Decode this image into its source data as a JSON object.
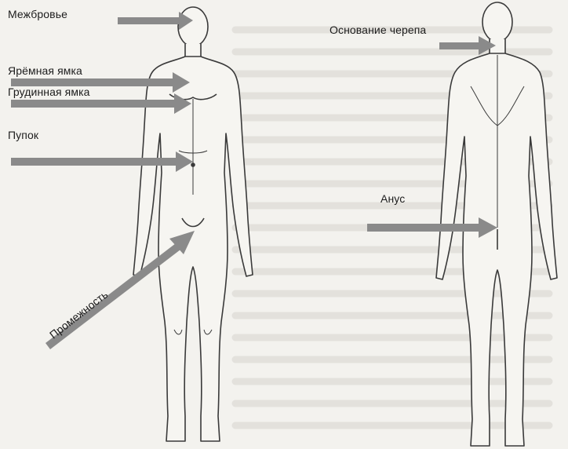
{
  "labels": {
    "glabella": "Межбровье",
    "jugular": "Ярёмная ямка",
    "sternal": "Грудинная ямка",
    "navel": "Пупок",
    "perineum": "Промежность",
    "skull_base": "Основание черепа",
    "anus": "Анус"
  },
  "colors": {
    "arrow": "#8a8a8a",
    "outline": "#3a3a3a",
    "text": "#1c1c1c",
    "bleed_text": "#cfcdc8"
  }
}
